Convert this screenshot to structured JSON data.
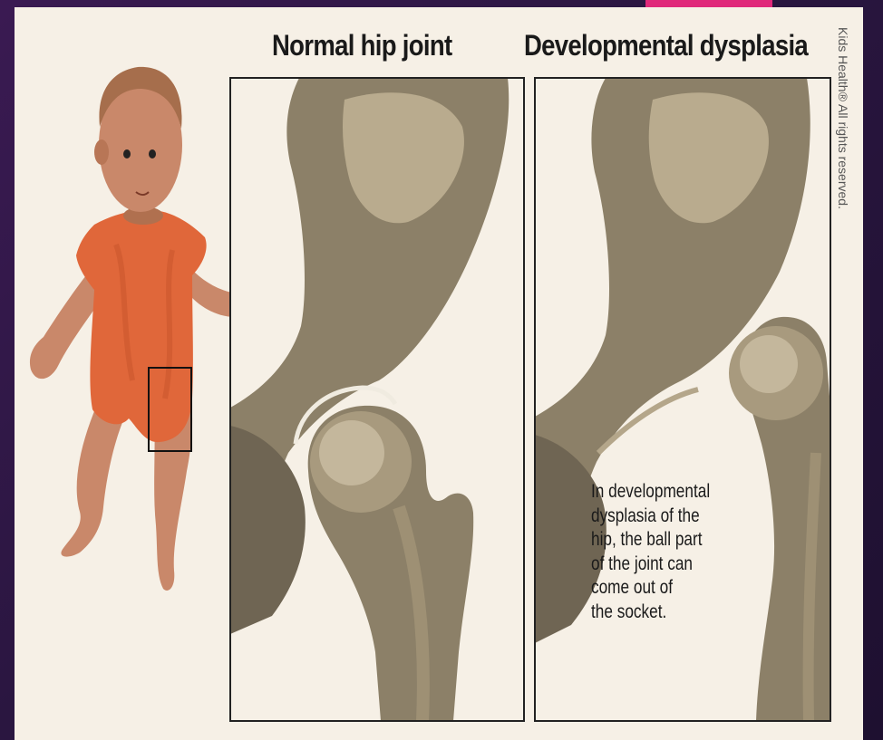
{
  "colors": {
    "background": "#2a1640",
    "accent": "#e0287a",
    "panel": "#f6f0e6",
    "bone": "#8c8068",
    "onesie": "#e0673a",
    "skin": "#c9886a"
  },
  "headings": {
    "normal": "Normal hip joint",
    "dysplasia": "Developmental dysplasia"
  },
  "copyright": "Kids Health® All rights reserved.",
  "caption": {
    "lines": [
      "In developmental",
      "dysplasia of the",
      "hip, the ball part",
      "of the joint can",
      "come out of",
      "the socket."
    ]
  },
  "icons": [
    "baby-illustration",
    "hip-highlight-box",
    "pelvis-bone",
    "femur-bone",
    "femoral-head"
  ]
}
